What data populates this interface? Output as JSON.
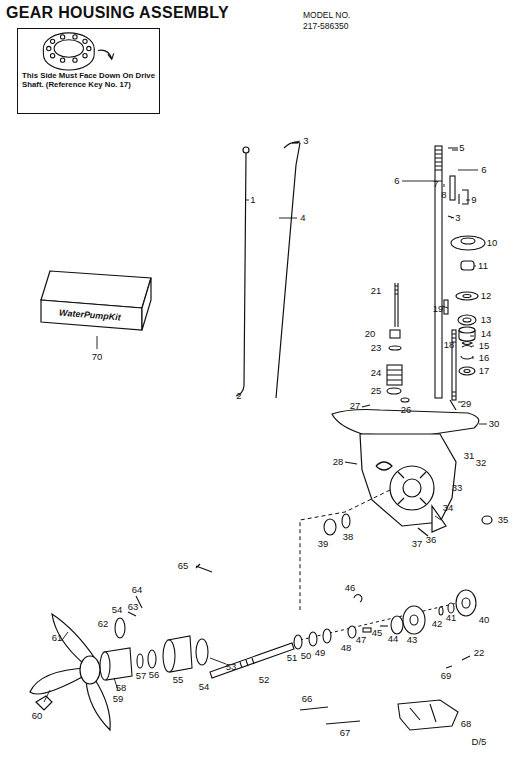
{
  "diagram": {
    "title": "GEAR HOUSING ASSEMBLY",
    "nodes": [
      {
        "text": [
          "This Side Must Face Down On Drive Shaft. (Reference Key No. 17)"
        ]
      },
      {
        "text": [
          "WaterPumpKit"
        ]
      }
    ],
    "labels": [
      "MODEL NO.",
      "217-586350",
      "1",
      "2",
      "3",
      "4",
      "5",
      "6",
      "6",
      "7",
      "8",
      "9",
      "3",
      "10",
      "11",
      "12",
      "19",
      "13",
      "14",
      "21",
      "20",
      "23",
      "18",
      "15",
      "16",
      "17",
      "24",
      "25",
      "26",
      "27",
      "29",
      "30",
      "28",
      "31",
      "32",
      "33",
      "34",
      "35",
      "39",
      "38",
      "37",
      "36",
      "65",
      "64",
      "54",
      "63",
      "62",
      "61",
      "58",
      "57",
      "56",
      "55",
      "53",
      "52",
      "54",
      "51",
      "50",
      "49",
      "48",
      "47",
      "46",
      "45",
      "44",
      "43",
      "42",
      "41",
      "40",
      "60",
      "59",
      "22",
      "69",
      "66",
      "67",
      "68",
      "70",
      "D/5"
    ]
  }
}
